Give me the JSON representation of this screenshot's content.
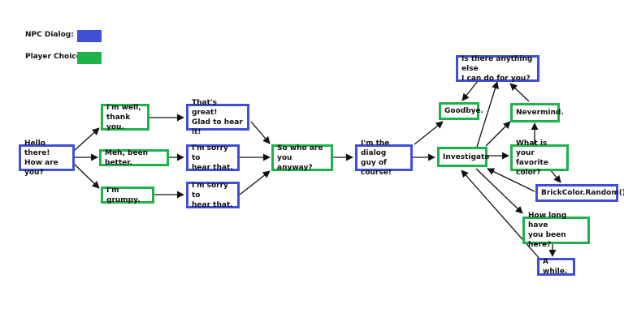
{
  "legend": {
    "npc_label": "NPC Dialog:",
    "player_label": "Player Choice:",
    "npc_color": "#3f4fd8",
    "player_color": "#1fb24a"
  },
  "nodes": {
    "hello": "Hello there!\nHow are you?",
    "well": "I'm well,\nthank you.",
    "meh": "Meh, been better.",
    "grumpy": "I'm grumpy.",
    "great": "That's great!\nGlad to hear it!",
    "sorry1": "I'm sorry to\nhear that.",
    "sorry2": "I'm sorry to\nhear that.",
    "who": "So who are you\nanyway?",
    "dialog_guy": "I'm the dialog\nguy of course!",
    "investigate": "Investigate",
    "goodbye": "Goodbye.",
    "anything_else": "Is there anything else\nI can do for you?",
    "nevermind": "Nevermind.",
    "fav_color": "What is your\nfavorite color?",
    "random": "BrickColor.Random()",
    "how_long": "How long have\nyou been here?",
    "a_while": "A while."
  }
}
